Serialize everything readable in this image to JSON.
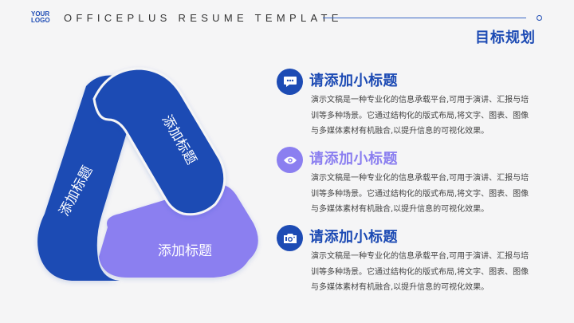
{
  "header": {
    "logo_line1": "YOUR",
    "logo_line2": "LOGO",
    "brand": "OFFICEPLUS RESUME TEMPLATE",
    "page_title": "目标规划"
  },
  "colors": {
    "primary": "#1d4bb4",
    "accent": "#8b7ff0",
    "background": "#f5f5f6",
    "text": "#444444"
  },
  "diagram": {
    "segments": [
      {
        "label": "添加标题",
        "color": "#1d4bb4",
        "position": "left"
      },
      {
        "label": "添加标题",
        "color": "#1d4bb4",
        "position": "top-right"
      },
      {
        "label": "添加标题",
        "color": "#8b7ff0",
        "position": "bottom"
      }
    ]
  },
  "items": [
    {
      "icon": "chat-bubble-icon",
      "title": "请添加小标题",
      "color": "#1d4bb4",
      "lines": [
        "演示文稿是一种专业化的信息承载平台,可用于演讲、汇报与培",
        "训等多种场景。它通过结构化的版式布局,将文字、图表、图像",
        "与多媒体素材有机融合,以提升信息的可视化效果。"
      ]
    },
    {
      "icon": "eye-icon",
      "title": "请添加小标题",
      "color": "#8b7ff0",
      "lines": [
        "演示文稿是一种专业化的信息承载平台,可用于演讲、汇报与培",
        "训等多种场景。它通过结构化的版式布局,将文字、图表、图像",
        "与多媒体素材有机融合,以提升信息的可视化效果。"
      ]
    },
    {
      "icon": "camera-icon",
      "title": "请添加小标题",
      "color": "#1d4bb4",
      "lines": [
        "演示文稿是一种专业化的信息承载平台,可用于演讲、汇报与培",
        "训等多种场景。它通过结构化的版式布局,将文字、图表、图像",
        "与多媒体素材有机融合,以提升信息的可视化效果。"
      ]
    }
  ]
}
